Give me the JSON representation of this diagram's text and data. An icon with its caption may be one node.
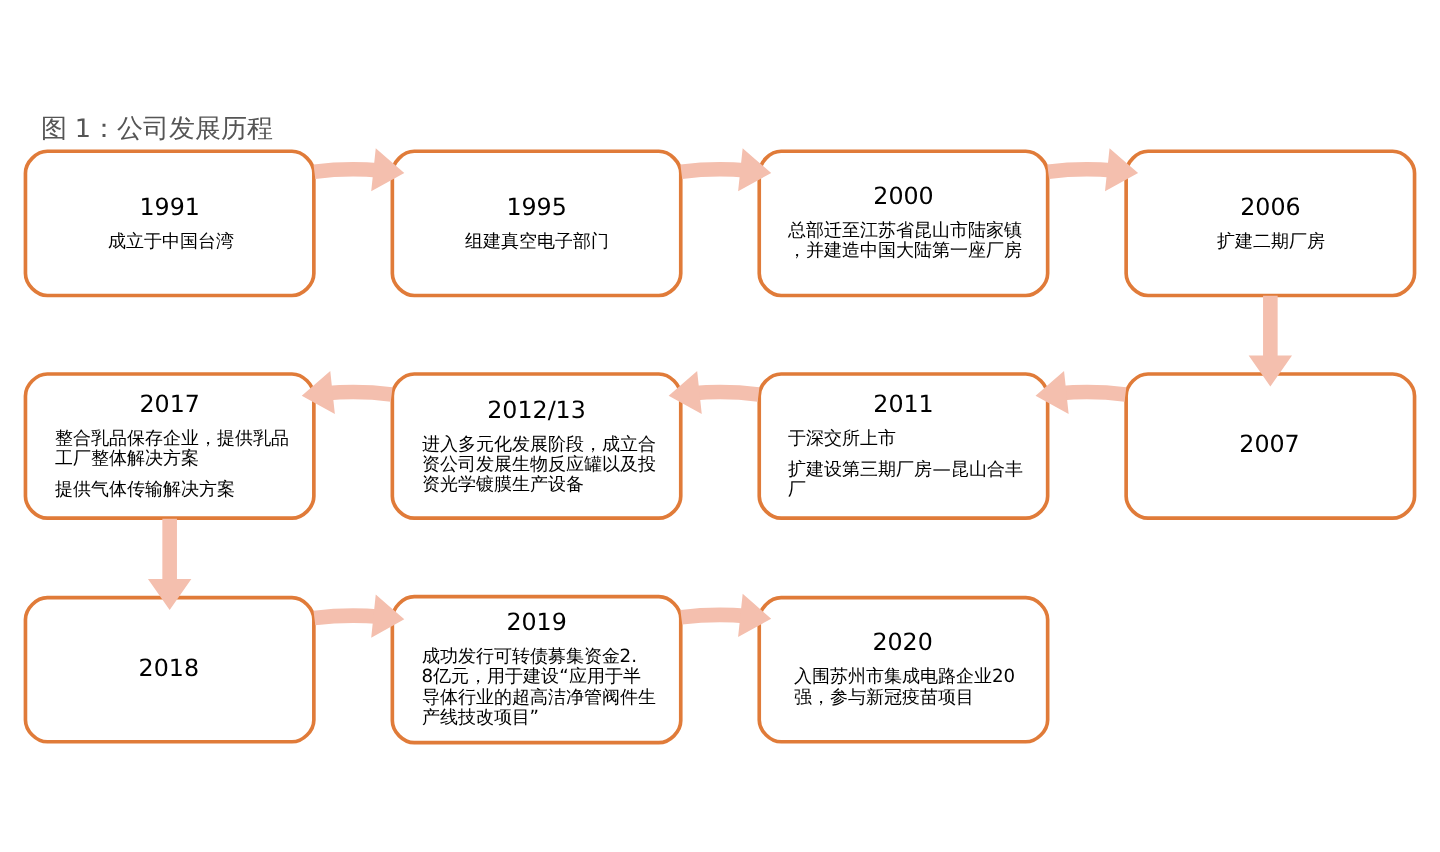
{
  "diagram": {
    "title": "图 1：公司发展历程",
    "nodes": [
      {
        "text": [
          "1991",
          "成立于中国台湾"
        ]
      },
      {
        "text": [
          "1995",
          "组建真空电子部门"
        ]
      },
      {
        "text": [
          "2000",
          "总部迁至江苏省昆山市陆家镇，并建造中国大陆第一座厂房"
        ]
      },
      {
        "text": [
          "2006",
          "扩建二期厂房"
        ]
      },
      {
        "text": [
          "2007"
        ]
      },
      {
        "text": [
          "2011",
          "于深交所上市",
          "扩建设第三期厂房—昆山合丰厂"
        ]
      },
      {
        "text": [
          "2012/13",
          "进入多元化发展阶段，成立合资公司发展生物反应罐以及投资光学镀膜生产设备"
        ]
      },
      {
        "text": [
          "2017",
          "整合乳品保存企业，提供乳品工厂整体解决方案",
          "提供气体传输解决方案"
        ]
      },
      {
        "text": [
          "2018"
        ]
      },
      {
        "text": [
          "2019",
          "成功发行可转债募集资金2.8亿元，用于建设“应用于半导体行业的超高洁净管阀件生产线技改项目”"
        ]
      },
      {
        "text": [
          "2020",
          "入围苏州市集成电路企业20强，参与新冠疫苗项目"
        ]
      }
    ],
    "edges": [
      {
        "from": 0,
        "to": 1,
        "arrow": "to"
      },
      {
        "from": 1,
        "to": 2,
        "arrow": "to"
      },
      {
        "from": 2,
        "to": 3,
        "arrow": "to"
      },
      {
        "from": 3,
        "to": 4,
        "arrow": "to"
      },
      {
        "from": 4,
        "to": 5,
        "arrow": "to"
      },
      {
        "from": 5,
        "to": 6,
        "arrow": "to"
      },
      {
        "from": 6,
        "to": 7,
        "arrow": "to"
      },
      {
        "from": 7,
        "to": 8,
        "arrow": "to"
      },
      {
        "from": 8,
        "to": 9,
        "arrow": "to"
      },
      {
        "from": 9,
        "to": 10,
        "arrow": "to"
      }
    ]
  }
}
